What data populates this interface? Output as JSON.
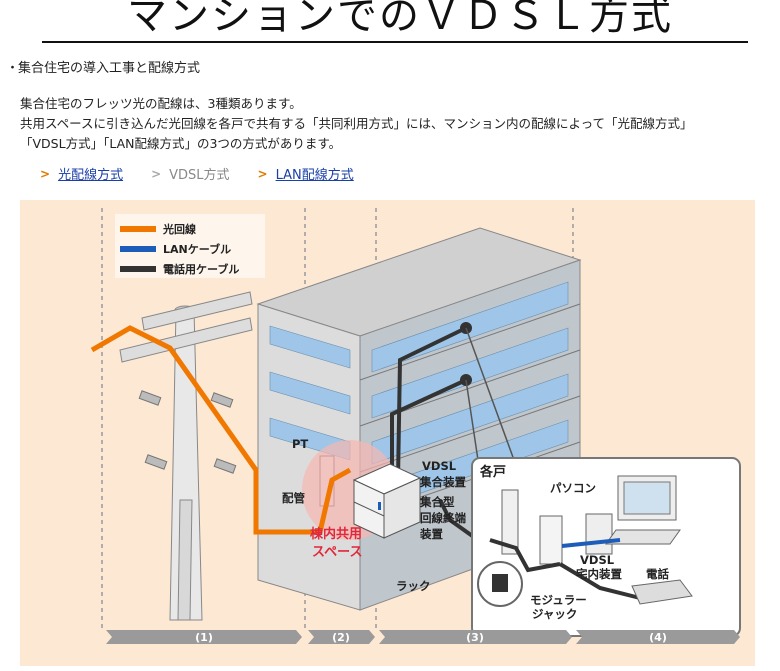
{
  "title": "マンションでのＶＤＳＬ方式",
  "section": {
    "bullet": "・",
    "heading": "集合住宅の導入工事と配線方式"
  },
  "paragraph": {
    "line1": "集合住宅のフレッツ光の配線は、3種類あります。",
    "line2": "共用スペースに引き込んだ光回線を各戸で共有する「共同利用方式」には、マンション内の配線によって「光配線方式」",
    "line3": "「VDSL方式」「LAN配線方式」の3つの方式があります。"
  },
  "nav_links": [
    {
      "label": "光配線方式",
      "current": false
    },
    {
      "label": "VDSL方式",
      "current": true
    },
    {
      "label": "LAN配線方式",
      "current": false
    }
  ],
  "diagram": {
    "legend": [
      {
        "label": "光回線",
        "color": "#f07800"
      },
      {
        "label": "LANケーブル",
        "color": "#1d5cb8"
      },
      {
        "label": "電話用ケーブル",
        "color": "#333333"
      }
    ],
    "labels": {
      "pt": "PT",
      "haikan": "配管",
      "space1": "棟内共用",
      "space2": "スペース",
      "vdsl1": "VDSL",
      "vdsl2": "集合装置",
      "onu1": "集合型",
      "onu2": "回線終端",
      "onu3": "装置",
      "rack": "ラック",
      "kakko": "各戸",
      "pc": "パソコン",
      "modem1": "VDSL",
      "modem2": "宅内装置",
      "phone": "電話",
      "jack1": "モジュラー",
      "jack2": "ジャック"
    },
    "segments": [
      "(1)",
      "(2)",
      "(3)",
      "(4)"
    ]
  }
}
